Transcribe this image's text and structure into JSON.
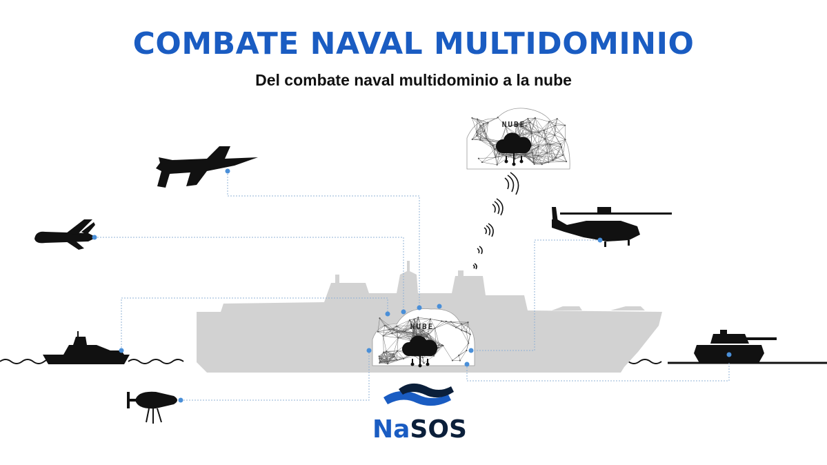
{
  "header": {
    "title": "COMBATE NAVAL MULTIDOMINIO",
    "subtitle": "Del combate naval multidominio a la nube"
  },
  "clouds": {
    "top_label": "NUBE",
    "ship_label": "NUBE"
  },
  "logo": {
    "text_part1": "Na",
    "text_part2": "SOS",
    "color_part1": "#1a5cc2",
    "color_part2": "#0b1f3a"
  },
  "nodes": [
    "fighter-jet",
    "drone",
    "patrol-boat",
    "underwater-drone",
    "helicopter",
    "tank",
    "ship"
  ],
  "colors": {
    "title": "#1a5cc2",
    "connector": "#8fb0d6",
    "connector_dot": "#4a8fd8",
    "ship": "#d2d2d2"
  }
}
